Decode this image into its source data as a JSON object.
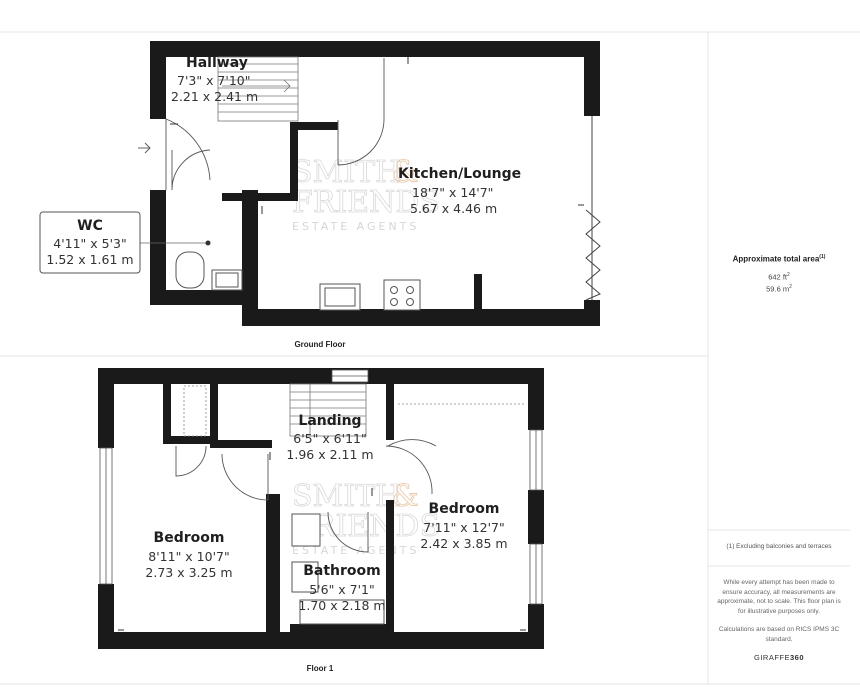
{
  "watermark": {
    "line1": "SMITH",
    "amp": "&",
    "line2": "FRIENDS",
    "sub": "ESTATE AGENTS"
  },
  "ground_floor": {
    "label": "Ground Floor",
    "rooms": {
      "hallway": {
        "name": "Hallway",
        "imperial": "7'3\" x 7'10\"",
        "metric": "2.21 x 2.41 m"
      },
      "kitchen": {
        "name": "Kitchen/Lounge",
        "imperial": "18'7\" x 14'7\"",
        "metric": "5.67 x 4.46 m"
      },
      "wc": {
        "name": "WC",
        "imperial": "4'11\" x 5'3\"",
        "metric": "1.52 x 1.61 m"
      }
    }
  },
  "floor_1": {
    "label": "Floor 1",
    "rooms": {
      "landing": {
        "name": "Landing",
        "imperial": "6'5\" x 6'11\"",
        "metric": "1.96 x 2.11 m"
      },
      "bedroom_left": {
        "name": "Bedroom",
        "imperial": "8'11\" x 10'7\"",
        "metric": "2.73 x 3.25 m"
      },
      "bedroom_right": {
        "name": "Bedroom",
        "imperial": "7'11\" x 12'7\"",
        "metric": "2.42 x 3.85 m"
      },
      "bathroom": {
        "name": "Bathroom",
        "imperial": "5'6\" x 7'1\"",
        "metric": "1.70 x 2.18 m"
      }
    }
  },
  "sidebar": {
    "area_title": "Approximate total area",
    "area_title_note": "(1)",
    "area_ft": "642 ft",
    "area_ft_unit_sup": "2",
    "area_m": "59.6 m",
    "area_m_unit_sup": "2",
    "exclusion": "(1) Excluding balconies and terraces",
    "disclaimer": "While every attempt has been made to ensure accuracy, all measurements are approximate, not to scale. This floor plan is for illustrative purposes only.",
    "calc_note": "Calculations are based on RICS IPMS 3C standard.",
    "brand_a": "GIRAFFE",
    "brand_b": "360"
  },
  "colors": {
    "wall": "#1a1a1a",
    "line": "#e6e6e6",
    "fixture": "#555555"
  }
}
